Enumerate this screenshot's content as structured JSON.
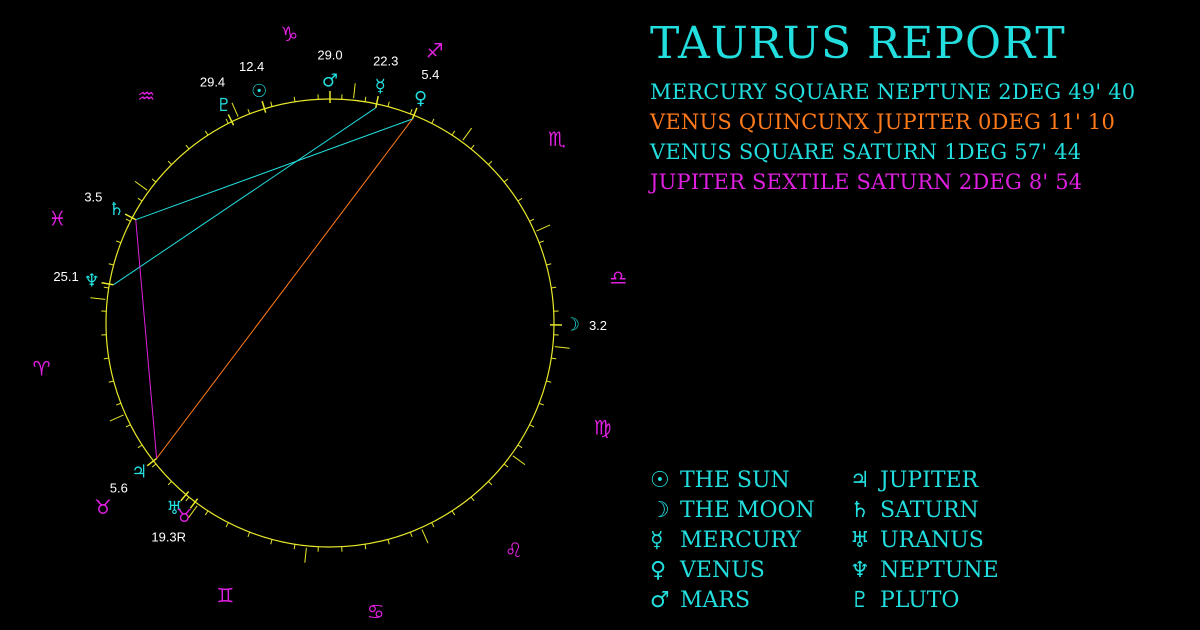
{
  "title": "TAURUS REPORT",
  "colors": {
    "background": "#000000",
    "wheel": "#e8e82a",
    "zodiac": "#e020e0",
    "planet": "#22dede",
    "degree_label": "#ffffff"
  },
  "aspects": [
    {
      "text": "MERCURY SQUARE NEPTUNE 2DEG 49' 40",
      "color": "#22dede",
      "from": "mercury",
      "to": "neptune"
    },
    {
      "text": "VENUS QUINCUNX JUPITER 0DEG 11' 10",
      "color": "#ff7a1a",
      "from": "venus",
      "to": "jupiter"
    },
    {
      "text": "VENUS SQUARE SATURN 1DEG 57' 44",
      "color": "#22dede",
      "from": "venus",
      "to": "saturn"
    },
    {
      "text": "JUPITER SEXTILE SATURN 2DEG 8' 54",
      "color": "#e020e0",
      "from": "jupiter",
      "to": "saturn"
    }
  ],
  "zodiac": [
    {
      "name": "capricorn",
      "glyph": "♑",
      "angle": 98
    },
    {
      "name": "sagittarius",
      "glyph": "♐",
      "angle": 69
    },
    {
      "name": "scorpio",
      "glyph": "♏",
      "angle": 39
    },
    {
      "name": "libra",
      "glyph": "♎",
      "angle": 9
    },
    {
      "name": "virgo",
      "glyph": "♍",
      "angle": -21
    },
    {
      "name": "leo",
      "glyph": "♌",
      "angle": -51
    },
    {
      "name": "cancer",
      "glyph": "♋",
      "angle": -81
    },
    {
      "name": "gemini",
      "glyph": "♊",
      "angle": -111
    },
    {
      "name": "taurus",
      "glyph": "♉",
      "angle": -141
    },
    {
      "name": "aries",
      "glyph": "♈",
      "angle": -171
    },
    {
      "name": "pisces",
      "glyph": "♓",
      "angle": 159
    },
    {
      "name": "aquarius",
      "glyph": "♒",
      "angle": 129
    }
  ],
  "planets": [
    {
      "name": "pluto",
      "glyph": "♇",
      "label": "29.4",
      "angle": 116,
      "color": "#22dede"
    },
    {
      "name": "sun",
      "glyph": "☉",
      "label": "12.4",
      "angle": 107,
      "color": "#22dede"
    },
    {
      "name": "mars",
      "glyph": "♂",
      "label": "29.0",
      "angle": 90,
      "color": "#22dede"
    },
    {
      "name": "mercury",
      "glyph": "☿",
      "label": "22.3",
      "angle": 78,
      "color": "#22dede"
    },
    {
      "name": "venus",
      "glyph": "♀",
      "label": "5.4",
      "angle": 68,
      "color": "#22dede"
    },
    {
      "name": "moon",
      "glyph": "☽",
      "label": "3.2",
      "angle": -0.5,
      "color": "#22dede"
    },
    {
      "name": "saturn",
      "glyph": "♄",
      "label": "3.5",
      "angle": 152,
      "color": "#22dede"
    },
    {
      "name": "neptune",
      "glyph": "♆",
      "label": "25.1",
      "angle": 170,
      "color": "#22dede"
    },
    {
      "name": "jupiter",
      "glyph": "♃",
      "label": "5.6",
      "angle": -142,
      "color": "#22dede"
    },
    {
      "name": "uranus",
      "glyph": "♅",
      "label": "",
      "angle": -130,
      "color": "#22dede"
    },
    {
      "name": "node",
      "glyph": "♉",
      "label": "19.3R",
      "angle": -127,
      "color": "#e020e0"
    }
  ],
  "legend": [
    {
      "glyph": "☉",
      "label": "THE SUN"
    },
    {
      "glyph": "☽",
      "label": "THE MOON"
    },
    {
      "glyph": "☿",
      "label": "MERCURY"
    },
    {
      "glyph": "♀",
      "label": "VENUS"
    },
    {
      "glyph": "♂",
      "label": "MARS"
    },
    {
      "glyph": "♃",
      "label": "JUPITER"
    },
    {
      "glyph": "♄",
      "label": "SATURN"
    },
    {
      "glyph": "♅",
      "label": "URANUS"
    },
    {
      "glyph": "♆",
      "label": "NEPTUNE"
    },
    {
      "glyph": "♇",
      "label": "PLUTO"
    }
  ]
}
